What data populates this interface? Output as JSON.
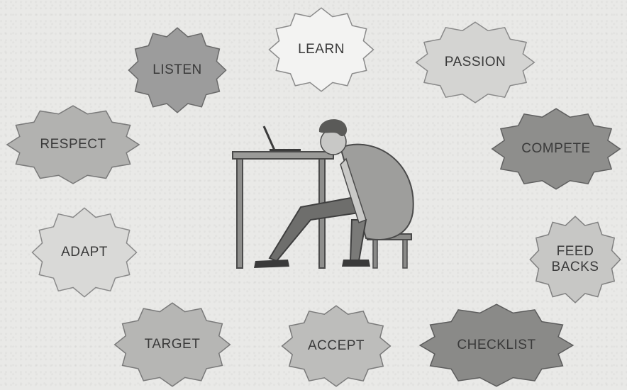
{
  "badges": [
    {
      "id": "listen",
      "label": "LISTEN",
      "fill": "#9c9c9c",
      "stroke": "#6a6a6a"
    },
    {
      "id": "learn",
      "label": "LEARN",
      "fill": "#f3f3f2",
      "stroke": "#8a8a8a"
    },
    {
      "id": "passion",
      "label": "PASSION",
      "fill": "#d4d4d2",
      "stroke": "#8a8a8a"
    },
    {
      "id": "respect",
      "label": "RESPECT",
      "fill": "#b2b2b0",
      "stroke": "#7a7a7a"
    },
    {
      "id": "compete",
      "label": "COMPETE",
      "fill": "#8e8e8c",
      "stroke": "#606060"
    },
    {
      "id": "adapt",
      "label": "ADAPT",
      "fill": "#d9d9d7",
      "stroke": "#8a8a8a"
    },
    {
      "id": "feedbacks",
      "label": "FEED\nBACKS",
      "fill": "#c7c7c5",
      "stroke": "#808080"
    },
    {
      "id": "target",
      "label": "TARGET",
      "fill": "#b6b6b4",
      "stroke": "#7a7a7a"
    },
    {
      "id": "accept",
      "label": "ACCEPT",
      "fill": "#bdbdbb",
      "stroke": "#7a7a7a"
    },
    {
      "id": "checklist",
      "label": "CHECKLIST",
      "fill": "#8a8a88",
      "stroke": "#5c5c5c"
    }
  ]
}
